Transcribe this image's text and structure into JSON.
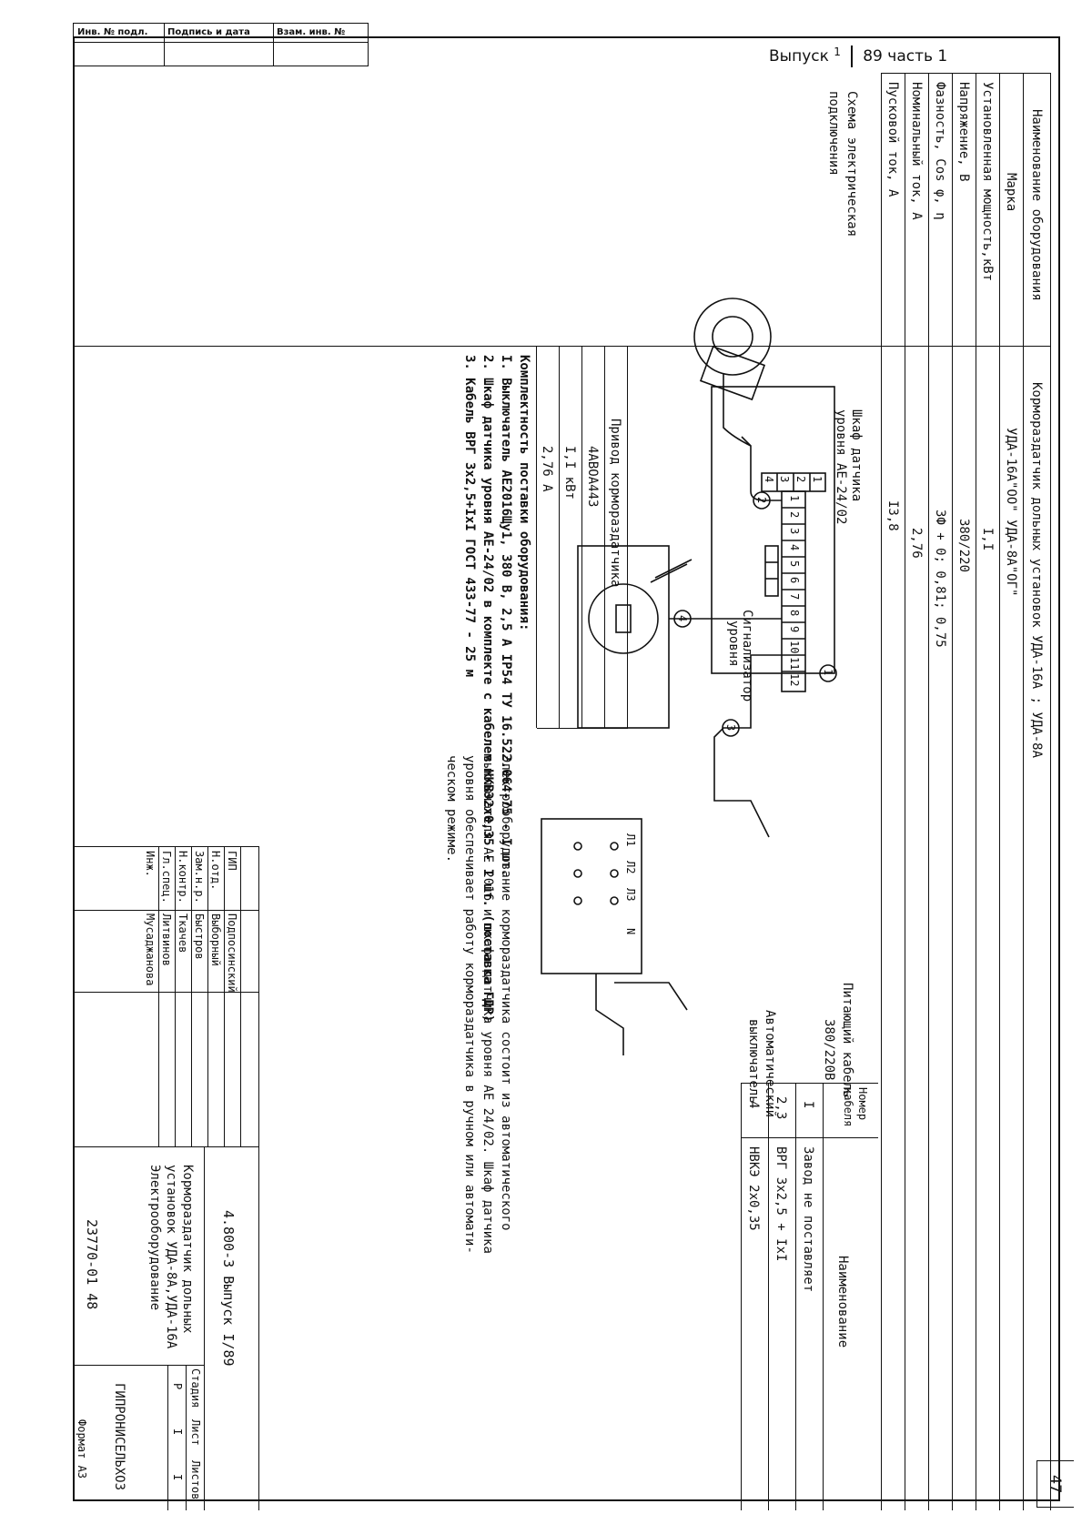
{
  "stamp": {
    "inv_no": "Инв. № подл.",
    "signature_date": "Подпись и дата",
    "replace_inv": "Взам. инв. №"
  },
  "issue": {
    "label": "Выпуск",
    "num": "1",
    "part": "89 часть",
    "part_num": "1"
  },
  "page_number": "47",
  "spec": {
    "rows": [
      {
        "label": "Наименование оборудования",
        "value": "Кормораздатчик дольных установок УДА-16А ;     УДА-8А"
      },
      {
        "label": "Марка",
        "value": "УДА-16А\"ОО\"                                УДА-8А\"ОГ\""
      },
      {
        "label": "Установленная мощность,кВт",
        "value": "I,I"
      },
      {
        "label": "Напряжение, В",
        "value": "380/220"
      },
      {
        "label": "Фазность, Cos φ, η",
        "value": "3Ф + 0;  0,81;  0,75"
      },
      {
        "label": "Номинальный ток, А",
        "value": "2,76"
      },
      {
        "label": "Пусковой ток, А",
        "value": "I3,8"
      }
    ],
    "scheme_label_1": "Схема электрическая",
    "scheme_label_2": "подключения"
  },
  "diagram": {
    "sensor_cabinet_1": "Шкаф датчика",
    "sensor_cabinet_2": "уровня АЕ-24/02",
    "level_signal_1": "Сигнализатор",
    "level_signal_2": "уровня",
    "supply_cable": "Питающий кабель",
    "supply_voltage": "380/220В",
    "auto_switch_1": "Автоматический",
    "auto_switch_2": "выключатель",
    "circles": [
      "1",
      "2",
      "3",
      "4"
    ],
    "terminals_left": [
      "1",
      "2",
      "3",
      "4"
    ],
    "terminals_block": [
      "1",
      "2",
      "3",
      "4",
      "5",
      "6",
      "7",
      "8",
      "9",
      "10",
      "11",
      "12"
    ],
    "phases": [
      "Л1",
      "Л2",
      "Л3",
      "N"
    ]
  },
  "drive_table": {
    "header": "Привод кормораздатчика",
    "motor": "4АВОА443",
    "power": "I,I кВт",
    "current": "2,76 А"
  },
  "description": [
    "Электрооборудование кормораздатчика состоит из автоматического",
    "выключателя АЕ 2016 и шкафа датчика уровня АЕ 24/02. Шкаф датчика",
    "уровня обеспечивает работу кормораздатчика в ручном или автомати-",
    "ческом режиме."
  ],
  "cable_table": {
    "headers": [
      "Номер кабеля",
      "Наименование"
    ],
    "rows": [
      [
        "I",
        "Завод не поставляет"
      ],
      [
        "2,3",
        "ВРГ 3х2,5 + IхI"
      ],
      [
        "4",
        "НВКЭ 2х0,35"
      ]
    ]
  },
  "delivery": {
    "title": "Комплектность поставки оборудования:",
    "items": [
      "I. Выключатель АЕ2016Щу1, 380 В, 2,5 А   IP54  ТУ 16.522.064-75   -  I шт.",
      "2. Шкаф датчика уровня АЕ-24/02 в комплекте с кабелем НКВЭ2х0,35 - I шт. (поставка ГДР)",
      "3. Кабель ВРГ 3х2,5+IхI  ГОСТ 433-77 - 25 м"
    ]
  },
  "titleblock": {
    "people": [
      [
        "ГИП",
        "Подпосинский"
      ],
      [
        "Н.отд.",
        "Выборный"
      ],
      [
        "Зам.н.р.",
        "Быстров"
      ],
      [
        "Н.контр.",
        "Ткачев"
      ],
      [
        "Гл.спец.",
        "Литвинов"
      ],
      [
        "Инж.",
        "Мусаджанова"
      ]
    ],
    "code": "4.800-3  Выпуск I/89",
    "title_1": "Кормораздатчик дольных",
    "title_2": "установок УДА-8А,УДА-16А",
    "title_3": "Электрооборудование",
    "stage_headers": [
      "Стадия",
      "Лист",
      "Листов"
    ],
    "stage_values": [
      "Р",
      "I",
      "I"
    ],
    "org": "ГИПРОНИСЕЛЬХОЗ",
    "archive": "23770-01   48",
    "format": "Формат А3"
  }
}
